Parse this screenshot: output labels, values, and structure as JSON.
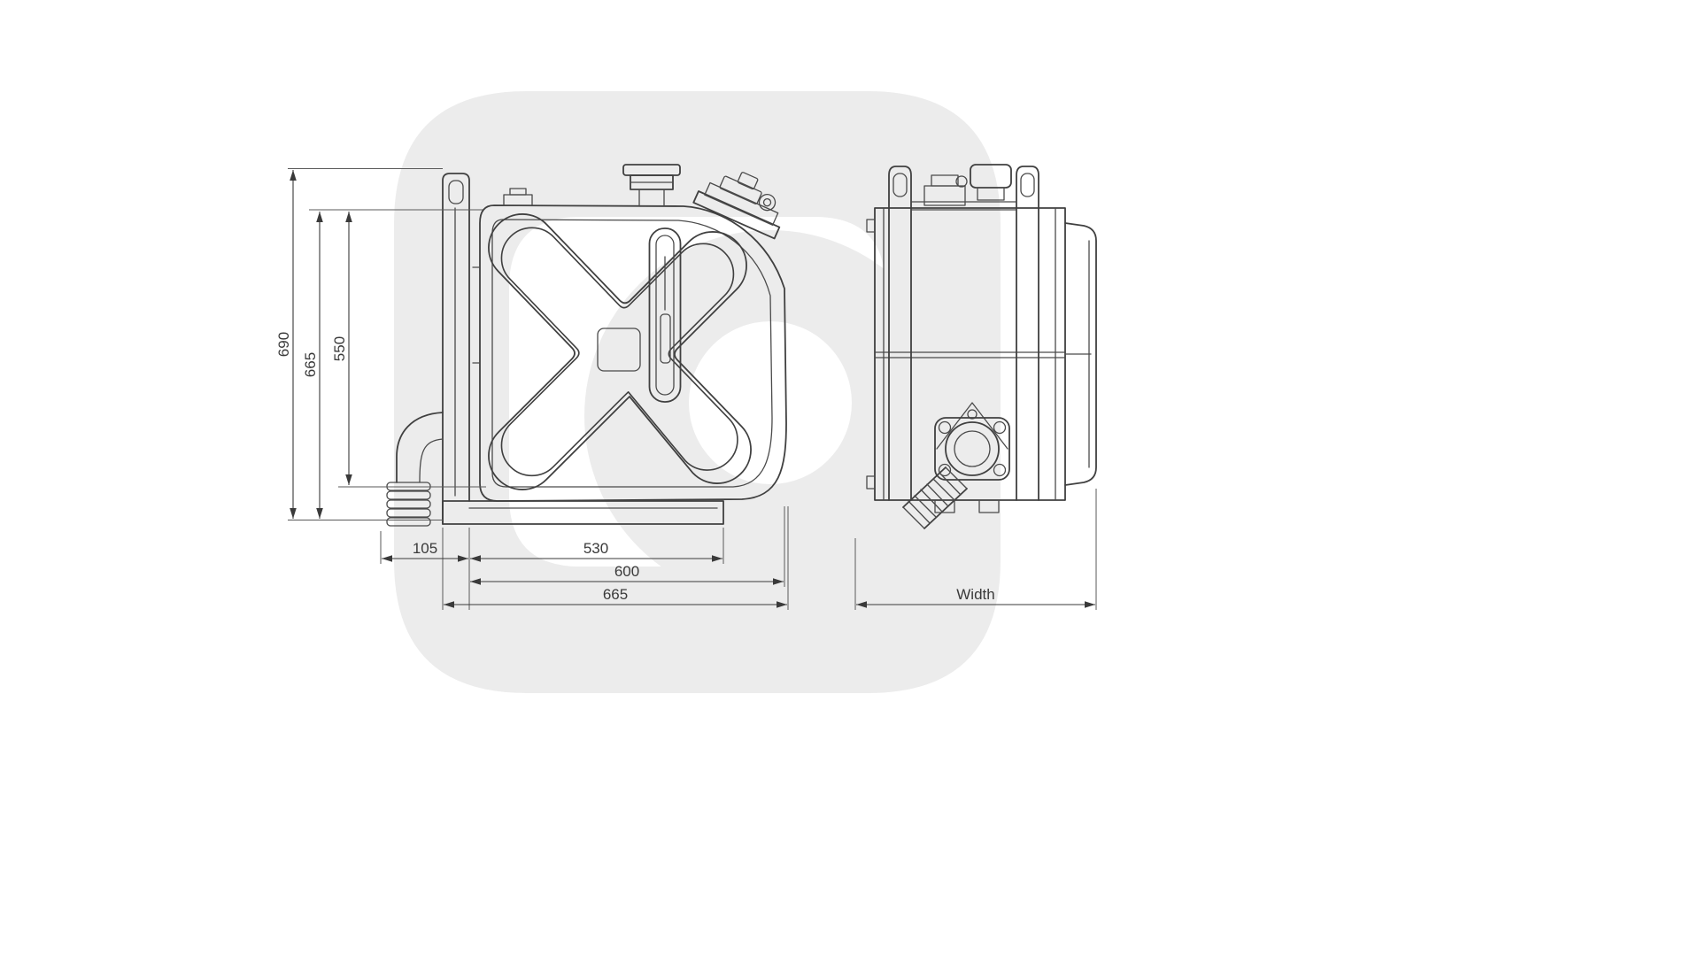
{
  "drawing": {
    "type": "technical-dimension-drawing",
    "views": {
      "front": "front-view",
      "side": "side-view"
    },
    "dimensions": {
      "v_overall": "690",
      "v_tank": "665",
      "v_body": "550",
      "h_offset": "105",
      "h_base": "530",
      "h_tank": "600",
      "h_overall": "665",
      "side_width": "Width"
    },
    "colors": {
      "line": "#404040",
      "dimension": "#3a3a3a",
      "watermark": "#ececec",
      "background": "#ffffff"
    }
  }
}
